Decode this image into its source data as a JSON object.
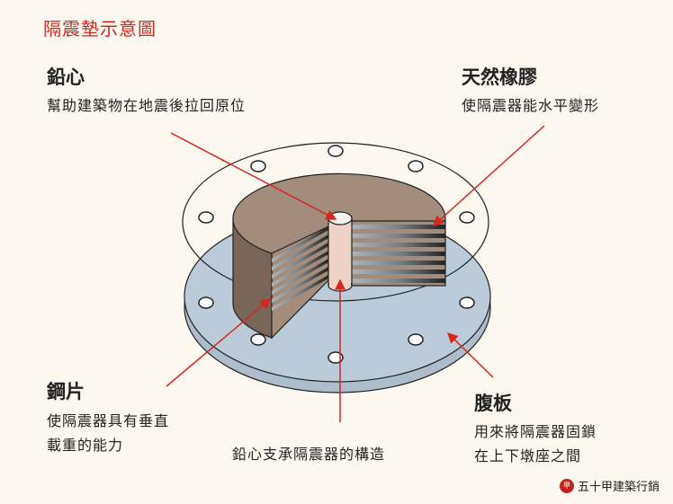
{
  "title": "隔震墊示意圖",
  "labels": {
    "lead_core": {
      "heading": "鉛心",
      "desc": "幫助建築物在地震後拉回原位"
    },
    "rubber": {
      "heading": "天然橡膠",
      "desc": "使隔震器能水平變形"
    },
    "steel": {
      "heading": "鋼片",
      "desc1": "使隔震器具有垂直",
      "desc2": "載重的能力"
    },
    "plate": {
      "heading": "腹板",
      "desc1": "用來將隔震器固鎖",
      "desc2": "在上下墩座之間"
    },
    "caption": "鉛心支承隔震器的構造"
  },
  "logo": {
    "text": "五十甲建築行銷",
    "seal": "甲"
  },
  "colors": {
    "accent": "#d7261e",
    "rubber": "#a48c7c",
    "plate": "#bccbd9",
    "lead": "#efd3c6"
  }
}
